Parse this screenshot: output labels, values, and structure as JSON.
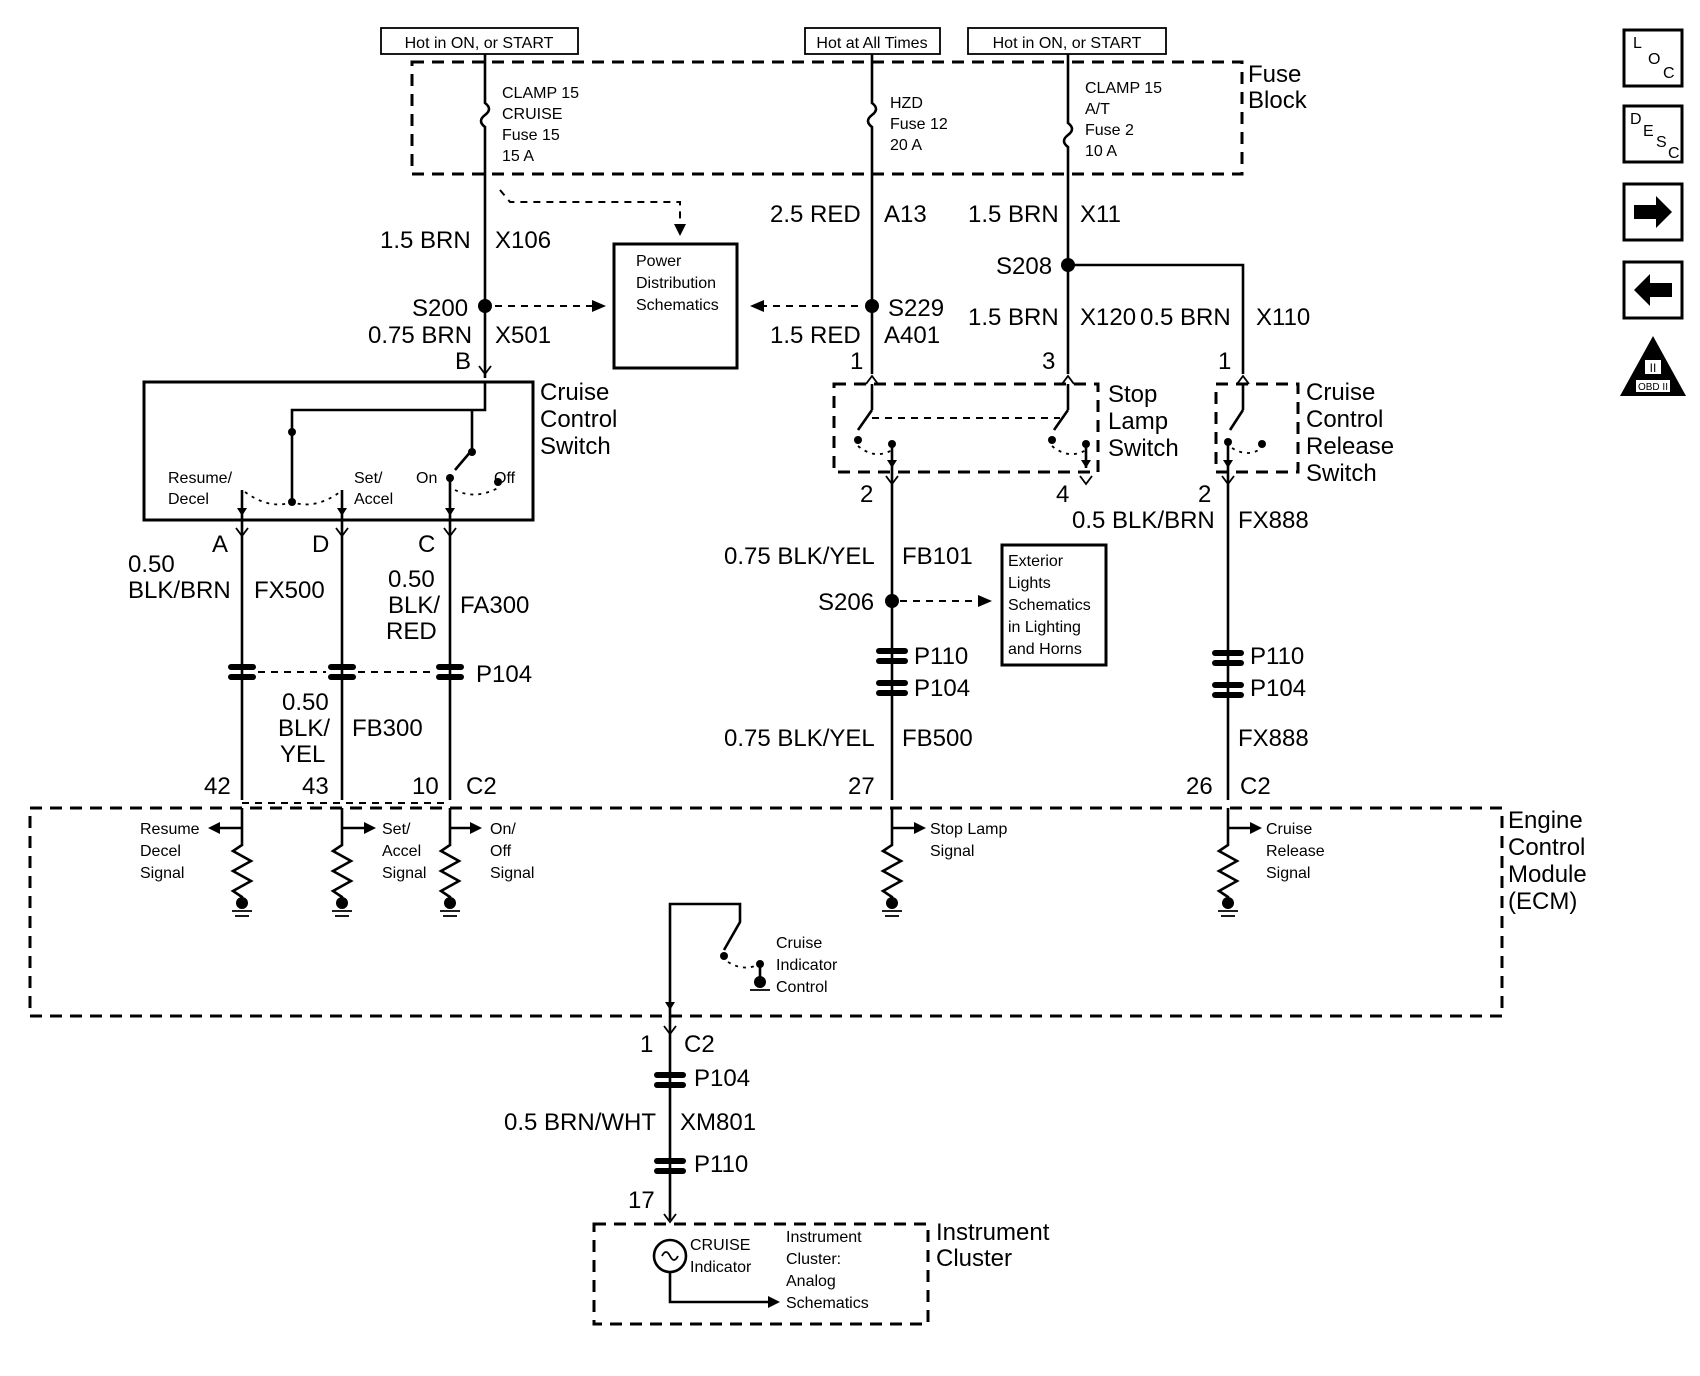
{
  "power_labels": {
    "left": "Hot in ON, or START",
    "middle": "Hot at All Times",
    "right": "Hot in ON, or START"
  },
  "fuse_block": {
    "title_line1": "Fuse",
    "title_line2": "Block",
    "fuse15": [
      "CLAMP 15",
      "CRUISE",
      "Fuse 15",
      "15 A"
    ],
    "fuse12": [
      "HZD",
      "Fuse 12",
      "20 A"
    ],
    "fuse2": [
      "CLAMP 15",
      "A/T",
      "Fuse 2",
      "10 A"
    ]
  },
  "wires": {
    "x106": {
      "size": "1.5 BRN",
      "circuit": "X106"
    },
    "x501": {
      "size": "0.75 BRN",
      "circuit": "X501"
    },
    "a13": {
      "size": "2.5 RED",
      "circuit": "A13"
    },
    "a401": {
      "size": "1.5 RED",
      "circuit": "A401"
    },
    "x11": {
      "size": "1.5 BRN",
      "circuit": "X11"
    },
    "x120": {
      "size": "1.5 BRN",
      "circuit": "X120"
    },
    "x110": {
      "size": "0.5 BRN",
      "circuit": "X110"
    },
    "fx500": {
      "size1": "0.50",
      "size2": "BLK/BRN",
      "circuit": "FX500"
    },
    "fa300": {
      "size1": "0.50",
      "size2": "BLK/",
      "size3": "RED",
      "circuit": "FA300"
    },
    "fb300": {
      "size1": "0.50",
      "size2": "BLK/",
      "size3": "YEL",
      "circuit": "FB300"
    },
    "fb101": {
      "size": "0.75 BLK/YEL",
      "circuit": "FB101"
    },
    "fb500": {
      "size": "0.75 BLK/YEL",
      "circuit": "FB500"
    },
    "fx888_top": {
      "size": "0.5 BLK/BRN",
      "circuit": "FX888"
    },
    "fx888_bot": {
      "circuit": "FX888"
    },
    "xm801": {
      "size": "0.5 BRN/WHT",
      "circuit": "XM801"
    }
  },
  "splices": {
    "s200": "S200",
    "s229": "S229",
    "s208": "S208",
    "s206": "S206"
  },
  "connectors": {
    "p104": "P104",
    "p110": "P110",
    "c2": "C2"
  },
  "pins": {
    "b": "B",
    "a": "A",
    "d": "D",
    "c": "C",
    "stop1": "1",
    "stop3": "3",
    "stop2": "2",
    "stop4": "4",
    "rel1": "1",
    "rel2": "2",
    "ecm42": "42",
    "ecm43": "43",
    "ecm10": "10",
    "ecm27": "27",
    "ecm26": "26",
    "ecm1": "1",
    "ic17": "17"
  },
  "power_dist": [
    "Power",
    "Distribution",
    "Schematics"
  ],
  "ext_lights": [
    "Exterior",
    "Lights",
    "Schematics",
    "in Lighting",
    "and Horns"
  ],
  "cruise_switch": {
    "title": [
      "Cruise",
      "Control",
      "Switch"
    ],
    "resume": [
      "Resume/",
      "Decel"
    ],
    "set": [
      "Set/",
      "Accel"
    ],
    "on": "On",
    "off": "Off"
  },
  "stop_switch": {
    "title": [
      "Stop",
      "Lamp",
      "Switch"
    ]
  },
  "release_switch": {
    "title": [
      "Cruise",
      "Control",
      "Release",
      "Switch"
    ]
  },
  "ecm": {
    "title": [
      "Engine",
      "Control",
      "Module",
      "(ECM)"
    ],
    "resume_sig": [
      "Resume",
      "Decel",
      "Signal"
    ],
    "set_sig": [
      "Set/",
      "Accel",
      "Signal"
    ],
    "onoff_sig": [
      "On/",
      "Off",
      "Signal"
    ],
    "stop_sig": [
      "Stop Lamp",
      "Signal"
    ],
    "release_sig": [
      "Cruise",
      "Release",
      "Signal"
    ],
    "indicator_ctrl": [
      "Cruise",
      "Indicator",
      "Control"
    ]
  },
  "ic": {
    "title": [
      "Instrument",
      "Cluster"
    ],
    "cruise": [
      "CRUISE",
      "Indicator"
    ],
    "ref": [
      "Instrument",
      "Cluster:",
      "Analog",
      "Schematics"
    ]
  },
  "nav_icons": {
    "loc": [
      "L",
      "O",
      "C"
    ],
    "desc": [
      "D",
      "E",
      "S",
      "C"
    ],
    "obd": "OBD II",
    "obd_roman": "II"
  }
}
